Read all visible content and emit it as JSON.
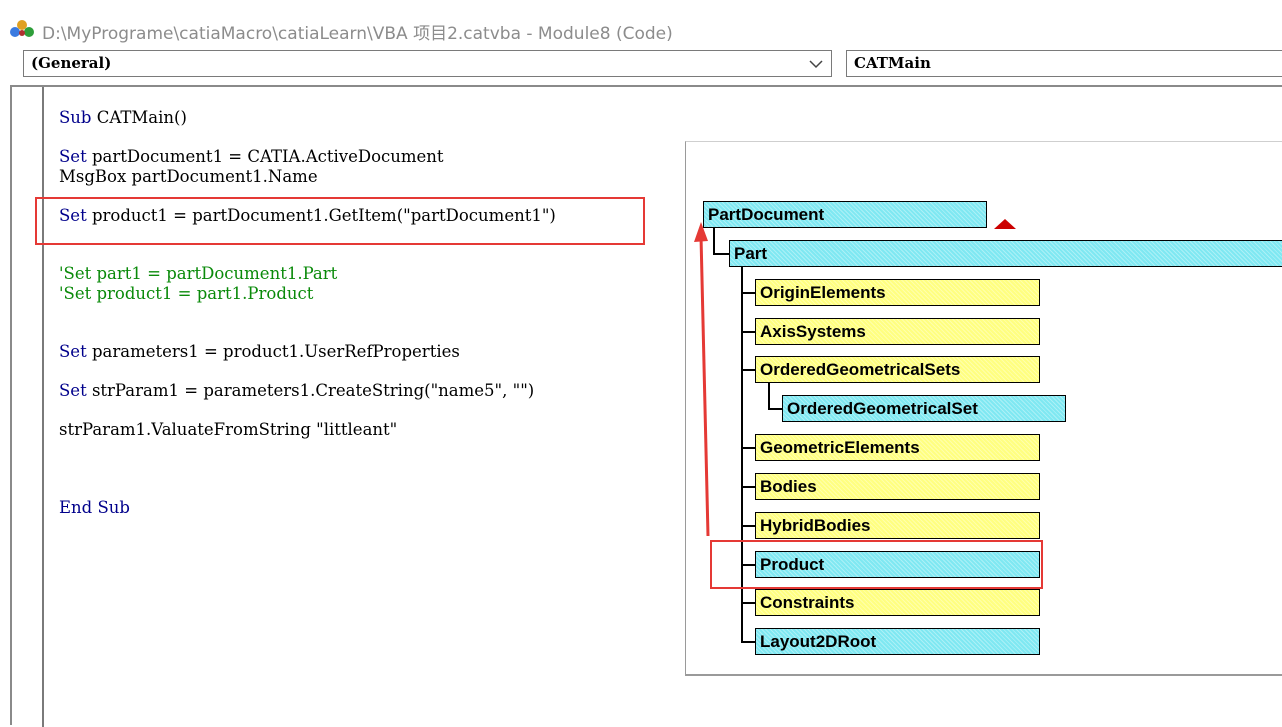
{
  "window": {
    "title": "D:\\MyPrograme\\catiaMacro\\catiaLearn\\VBA 项目2.catvba - Module8 (Code)",
    "icon": "vba-project-icon"
  },
  "toolbar": {
    "object_combo": "(General)",
    "procedure_combo": "CATMain"
  },
  "code": {
    "line1": {
      "kw": "Sub",
      "rest": " CATMain()"
    },
    "line2": {
      "kw": "Set",
      "rest": " partDocument1 = CATIA.ActiveDocument"
    },
    "line3": {
      "rest": "MsgBox partDocument1.Name"
    },
    "line4": {
      "kw": "Set",
      "rest": " product1 = partDocument1.GetItem(\"partDocument1\")"
    },
    "line5": {
      "comment": "'Set part1 = partDocument1.Part"
    },
    "line6": {
      "comment": "'Set product1 = part1.Product"
    },
    "line7": {
      "kw": "Set",
      "rest": " parameters1 = product1.UserRefProperties"
    },
    "line8": {
      "kw": "Set",
      "rest": " strParam1 = parameters1.CreateString(\"name5\", \"\")"
    },
    "line9": {
      "rest": "strParam1.ValuateFromString \"littleant\""
    },
    "line10": {
      "kw": "End Sub"
    }
  },
  "diagram": {
    "root": "PartDocument",
    "part": "Part",
    "children": [
      "OriginElements",
      "AxisSystems",
      "OrderedGeometricalSets",
      "OrderedGeometricalSet",
      "GeometricElements",
      "Bodies",
      "HybridBodies",
      "Product",
      "Constraints",
      "Layout2DRoot"
    ]
  },
  "colors": {
    "keyword": "#00008b",
    "comment": "#0a8a0a",
    "highlight_box": "#e53935",
    "node_cyan": "#7fe8f2",
    "node_yellow": "#ffff80"
  }
}
